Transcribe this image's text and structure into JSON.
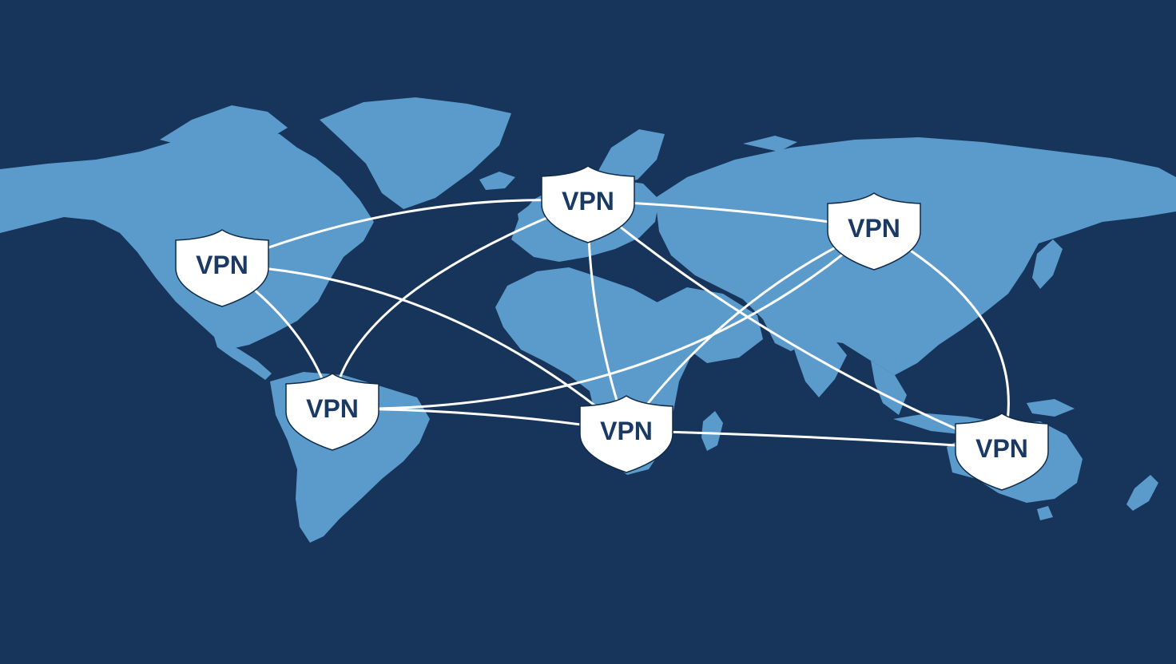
{
  "colors": {
    "ocean": "#17345a",
    "land": "#5b9bcb",
    "link": "#ffffff",
    "shield": "#ffffff",
    "shield_text": "#1a3a63"
  },
  "nodes": [
    {
      "id": "north-america",
      "label": "VPN",
      "icon": "shield-icon"
    },
    {
      "id": "europe",
      "label": "VPN",
      "icon": "shield-icon"
    },
    {
      "id": "asia",
      "label": "VPN",
      "icon": "shield-icon"
    },
    {
      "id": "south-america",
      "label": "VPN",
      "icon": "shield-icon"
    },
    {
      "id": "africa",
      "label": "VPN",
      "icon": "shield-icon"
    },
    {
      "id": "australia",
      "label": "VPN",
      "icon": "shield-icon"
    }
  ],
  "links": [
    {
      "from": "north-america",
      "to": "europe"
    },
    {
      "from": "north-america",
      "to": "africa"
    },
    {
      "from": "north-america",
      "to": "south-america"
    },
    {
      "from": "europe",
      "to": "asia"
    },
    {
      "from": "europe",
      "to": "africa"
    },
    {
      "from": "europe",
      "to": "south-america"
    },
    {
      "from": "europe",
      "to": "australia"
    },
    {
      "from": "asia",
      "to": "africa"
    },
    {
      "from": "asia",
      "to": "south-america"
    },
    {
      "from": "asia",
      "to": "australia"
    },
    {
      "from": "south-america",
      "to": "africa"
    },
    {
      "from": "africa",
      "to": "australia"
    }
  ]
}
